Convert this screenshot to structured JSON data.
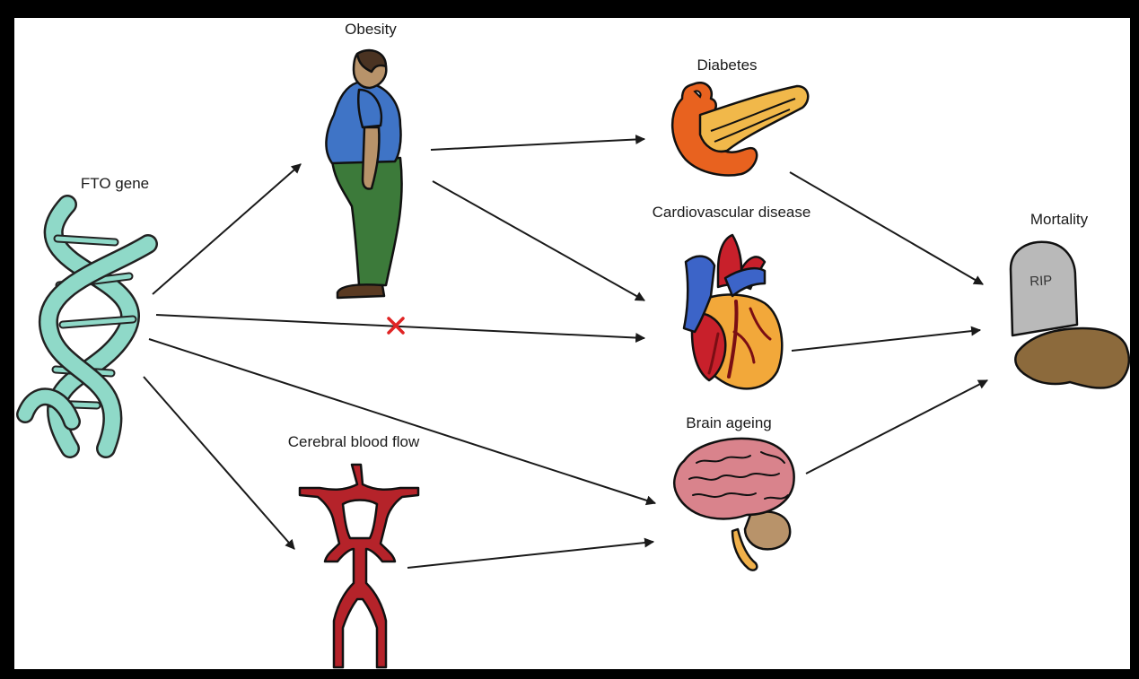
{
  "nodes": {
    "fto_gene": {
      "label": "FTO gene",
      "icon": "dna-helix-icon"
    },
    "obesity": {
      "label": "Obesity",
      "icon": "obese-person-icon"
    },
    "diabetes": {
      "label": "Diabetes",
      "icon": "pancreas-icon"
    },
    "cardio": {
      "label": "Cardiovascular disease",
      "icon": "heart-icon"
    },
    "brain": {
      "label": "Brain ageing",
      "icon": "brain-icon"
    },
    "cerebral": {
      "label": "Cerebral blood flow",
      "icon": "cerebral-arteries-icon"
    },
    "mortality": {
      "label": "Mortality",
      "icon": "tombstone-icon",
      "stone_text": "RIP"
    }
  },
  "edges": [
    {
      "from": "fto_gene",
      "to": "obesity"
    },
    {
      "from": "fto_gene",
      "to": "cardio",
      "blocked": true
    },
    {
      "from": "fto_gene",
      "to": "brain"
    },
    {
      "from": "fto_gene",
      "to": "cerebral"
    },
    {
      "from": "obesity",
      "to": "diabetes"
    },
    {
      "from": "obesity",
      "to": "cardio"
    },
    {
      "from": "cerebral",
      "to": "brain"
    },
    {
      "from": "diabetes",
      "to": "mortality"
    },
    {
      "from": "cardio",
      "to": "mortality"
    },
    {
      "from": "brain",
      "to": "mortality"
    }
  ],
  "colors": {
    "dna": "#8fd9c8",
    "shirt": "#3f74c6",
    "trousers": "#3c7a3a",
    "skin": "#b8936a",
    "pancreas_orange": "#e8621f",
    "pancreas_yellow": "#f1b84a",
    "heart_red": "#c8202b",
    "heart_blue": "#3c64c8",
    "heart_orange": "#f2a83a",
    "brain_pink": "#d9838c",
    "artery_red": "#b5232a",
    "stone_grey": "#b9b9b9",
    "soil_brown": "#8c6a3c",
    "blocked_x": "#e02424"
  }
}
